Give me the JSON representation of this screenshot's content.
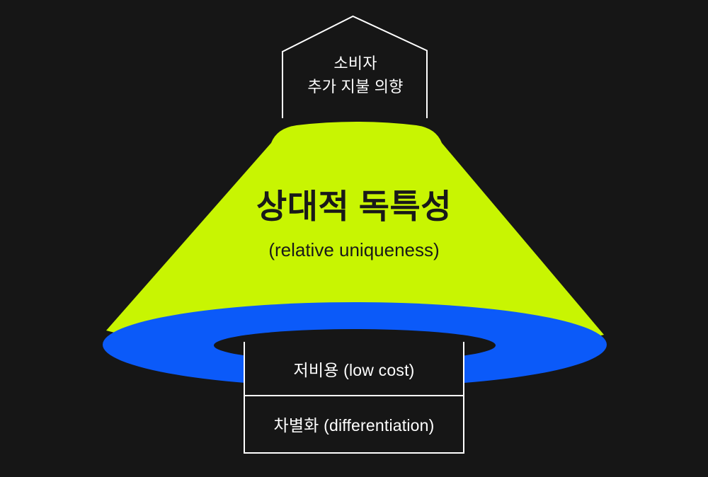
{
  "colors": {
    "background": "#161616",
    "cone": "#c8f502",
    "ring": "#0b5af9",
    "hole": "#161616",
    "stroke": "#ffffff",
    "text_dark": "#191919",
    "text_light": "#ffffff"
  },
  "house": {
    "line1": "소비자",
    "line2": "추가 지불 의향"
  },
  "cone": {
    "title": "상대적 독특성",
    "subtitle": "(relative uniqueness)"
  },
  "table": {
    "rows": [
      {
        "label": "저비용 (low cost)"
      },
      {
        "label": "차별화 (differentiation)"
      }
    ]
  }
}
